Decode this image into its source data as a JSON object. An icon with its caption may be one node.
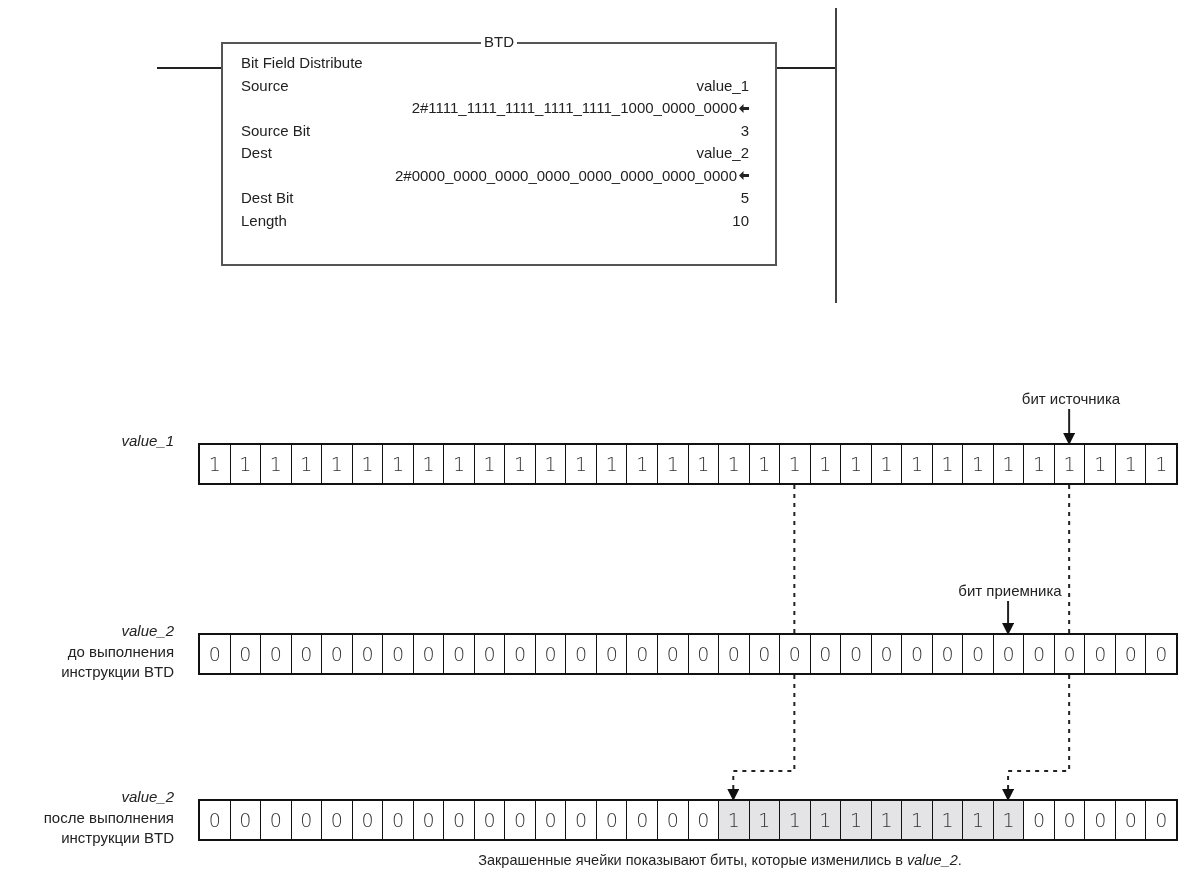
{
  "diagram": {
    "caption": "Закрашенные ячейки показывают биты, которые изменились в *value_2*.",
    "nodes": [
      {
        "text": [
          "BTD",
          "Bit Field Distribute",
          "Source",
          "value_1",
          "2#1111_1111_1111_1111_1111_1000_0000_0000",
          "Source Bit",
          "3",
          "Dest",
          "value_2",
          "2#0000_0000_0000_0000_0000_0000_0000_0000",
          "Dest Bit",
          "5",
          "Length",
          "10"
        ]
      },
      {
        "text": [],
        "shape": "bar"
      },
      {
        "text": [
          "бит источника"
        ]
      },
      {
        "text": [],
        "shape": "box",
        "beside": [
          "value_1"
        ]
      },
      {
        "text": [
          "1"
        ],
        "in": 3
      },
      {
        "text": [
          "1"
        ],
        "in": 3
      },
      {
        "text": [
          "1"
        ],
        "in": 3
      },
      {
        "text": [
          "1"
        ],
        "in": 3
      },
      {
        "text": [
          "1"
        ],
        "in": 3
      },
      {
        "text": [
          "1"
        ],
        "in": 3
      },
      {
        "text": [
          "1"
        ],
        "in": 3
      },
      {
        "text": [
          "1"
        ],
        "in": 3
      },
      {
        "text": [
          "1"
        ],
        "in": 3
      },
      {
        "text": [
          "1"
        ],
        "in": 3
      },
      {
        "text": [
          "1"
        ],
        "in": 3
      },
      {
        "text": [
          "1"
        ],
        "in": 3
      },
      {
        "text": [
          "1"
        ],
        "in": 3
      },
      {
        "text": [
          "1"
        ],
        "in": 3
      },
      {
        "text": [
          "1"
        ],
        "in": 3
      },
      {
        "text": [
          "1"
        ],
        "in": 3
      },
      {
        "text": [
          "1"
        ],
        "in": 3
      },
      {
        "text": [
          "1"
        ],
        "in": 3
      },
      {
        "text": [
          "1"
        ],
        "in": 3
      },
      {
        "text": [
          "1"
        ],
        "in": 3
      },
      {
        "text": [
          "1"
        ],
        "in": 3
      },
      {
        "text": [
          "1"
        ],
        "in": 3
      },
      {
        "text": [
          "1"
        ],
        "in": 3
      },
      {
        "text": [
          "1"
        ],
        "in": 3
      },
      {
        "text": [
          "1"
        ],
        "in": 3
      },
      {
        "text": [
          "1"
        ],
        "in": 3
      },
      {
        "text": [
          "1"
        ],
        "in": 3
      },
      {
        "text": [
          "1"
        ],
        "in": 3
      },
      {
        "text": [
          "1"
        ],
        "in": 3
      },
      {
        "text": [
          "1"
        ],
        "in": 3
      },
      {
        "text": [
          "1"
        ],
        "in": 3
      },
      {
        "text": [
          "1"
        ],
        "in": 3
      },
      {
        "text": [
          "бит приемника"
        ]
      },
      {
        "text": [],
        "shape": "box",
        "beside": [
          "value_2",
          "до выполнения инструкции BTD"
        ]
      },
      {
        "text": [
          "0"
        ],
        "in": 37
      },
      {
        "text": [
          "0"
        ],
        "in": 37
      },
      {
        "text": [
          "0"
        ],
        "in": 37
      },
      {
        "text": [
          "0"
        ],
        "in": 37
      },
      {
        "text": [
          "0"
        ],
        "in": 37
      },
      {
        "text": [
          "0"
        ],
        "in": 37
      },
      {
        "text": [
          "0"
        ],
        "in": 37
      },
      {
        "text": [
          "0"
        ],
        "in": 37
      },
      {
        "text": [
          "0"
        ],
        "in": 37
      },
      {
        "text": [
          "0"
        ],
        "in": 37
      },
      {
        "text": [
          "0"
        ],
        "in": 37
      },
      {
        "text": [
          "0"
        ],
        "in": 37
      },
      {
        "text": [
          "0"
        ],
        "in": 37
      },
      {
        "text": [
          "0"
        ],
        "in": 37
      },
      {
        "text": [
          "0"
        ],
        "in": 37
      },
      {
        "text": [
          "0"
        ],
        "in": 37
      },
      {
        "text": [
          "0"
        ],
        "in": 37
      },
      {
        "text": [
          "0"
        ],
        "in": 37
      },
      {
        "text": [
          "0"
        ],
        "in": 37
      },
      {
        "text": [
          "0"
        ],
        "in": 37
      },
      {
        "text": [
          "0"
        ],
        "in": 37
      },
      {
        "text": [
          "0"
        ],
        "in": 37
      },
      {
        "text": [
          "0"
        ],
        "in": 37
      },
      {
        "text": [
          "0"
        ],
        "in": 37
      },
      {
        "text": [
          "0"
        ],
        "in": 37
      },
      {
        "text": [
          "0"
        ],
        "in": 37
      },
      {
        "text": [
          "0"
        ],
        "in": 37
      },
      {
        "text": [
          "0"
        ],
        "in": 37
      },
      {
        "text": [
          "0"
        ],
        "in": 37
      },
      {
        "text": [
          "0"
        ],
        "in": 37
      },
      {
        "text": [
          "0"
        ],
        "in": 37
      },
      {
        "text": [
          "0"
        ],
        "in": 37
      },
      {
        "text": [],
        "shape": "box",
        "beside": [
          "value_2",
          "после выполнения инструкции BTD"
        ]
      },
      {
        "text": [
          "0"
        ],
        "in": 70
      },
      {
        "text": [
          "0"
        ],
        "in": 70
      },
      {
        "text": [
          "0"
        ],
        "in": 70
      },
      {
        "text": [
          "0"
        ],
        "in": 70
      },
      {
        "text": [
          "0"
        ],
        "in": 70
      },
      {
        "text": [
          "0"
        ],
        "in": 70
      },
      {
        "text": [
          "0"
        ],
        "in": 70
      },
      {
        "text": [
          "0"
        ],
        "in": 70
      },
      {
        "text": [
          "0"
        ],
        "in": 70
      },
      {
        "text": [
          "0"
        ],
        "in": 70
      },
      {
        "text": [
          "0"
        ],
        "in": 70
      },
      {
        "text": [
          "0"
        ],
        "in": 70
      },
      {
        "text": [
          "0"
        ],
        "in": 70
      },
      {
        "text": [
          "0"
        ],
        "in": 70
      },
      {
        "text": [
          "0"
        ],
        "in": 70
      },
      {
        "text": [
          "0"
        ],
        "in": 70
      },
      {
        "text": [
          "0"
        ],
        "in": 70
      },
      {
        "text": [
          "1"
        ],
        "in": 70
      },
      {
        "text": [
          "1"
        ],
        "in": 70
      },
      {
        "text": [
          "1"
        ],
        "in": 70
      },
      {
        "text": [
          "1"
        ],
        "in": 70
      },
      {
        "text": [
          "1"
        ],
        "in": 70
      },
      {
        "text": [
          "1"
        ],
        "in": 70
      },
      {
        "text": [
          "1"
        ],
        "in": 70
      },
      {
        "text": [
          "1"
        ],
        "in": 70
      },
      {
        "text": [
          "1"
        ],
        "in": 70
      },
      {
        "text": [
          "1"
        ],
        "in": 70
      },
      {
        "text": [
          "0"
        ],
        "in": 70
      },
      {
        "text": [
          "0"
        ],
        "in": 70
      },
      {
        "text": [
          "0"
        ],
        "in": 70
      },
      {
        "text": [
          "0"
        ],
        "in": 70
      },
      {
        "text": [
          "0"
        ],
        "in": 70
      }
    ],
    "edges": [
      {
        "from": null,
        "to": 0,
        "arrow": "none"
      },
      {
        "from": 0,
        "to": 1,
        "arrow": "none"
      },
      {
        "from": 2,
        "to": 32,
        "arrow": "to"
      },
      {
        "from": 36,
        "to": 64,
        "arrow": "to"
      },
      {
        "from": 23,
        "to": 57,
        "arrow": "none",
        "style": "dashed"
      },
      {
        "from": 57,
        "to": 88,
        "arrow": "to",
        "style": "dashed"
      },
      {
        "from": 32,
        "to": 66,
        "arrow": "none",
        "style": "dashed"
      },
      {
        "from": 66,
        "to": 97,
        "arrow": "to",
        "style": "dashed"
      }
    ]
  }
}
